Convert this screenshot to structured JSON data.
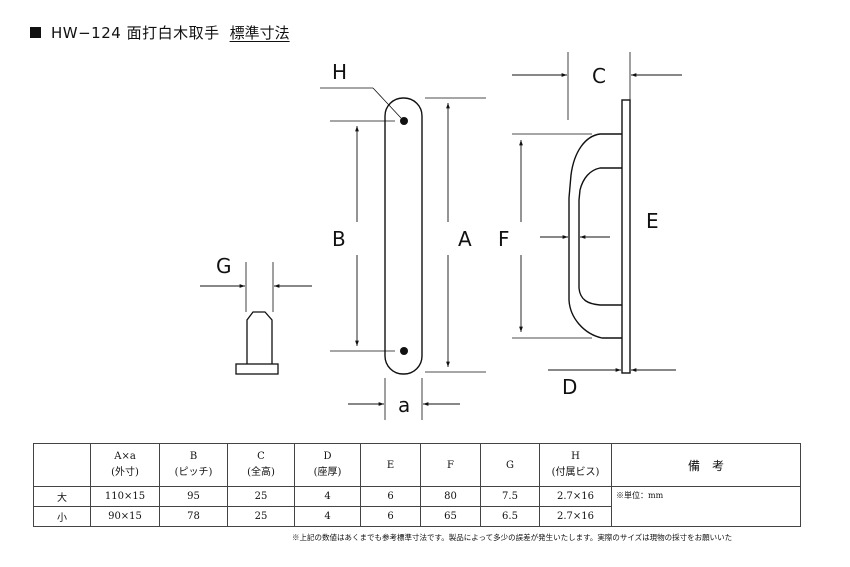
{
  "title": {
    "model": "HW−124  面打白木取手",
    "subtitle": "標準寸法"
  },
  "drawing_labels": {
    "A": "A",
    "B": "B",
    "C": "C",
    "D": "D",
    "E": "E",
    "F": "F",
    "G": "G",
    "H": "H",
    "a": "a"
  },
  "table": {
    "headers": [
      {
        "main": "A×a",
        "sub": "(外寸)"
      },
      {
        "main": "B",
        "sub": "(ピッチ)"
      },
      {
        "main": "C",
        "sub": "(全高)"
      },
      {
        "main": "D",
        "sub": "(座厚)"
      },
      {
        "main": "E",
        "sub": ""
      },
      {
        "main": "F",
        "sub": ""
      },
      {
        "main": "G",
        "sub": ""
      },
      {
        "main": "H",
        "sub": "(付属ビス)"
      }
    ],
    "remarks_header": "備　考",
    "remarks_value": "※単位：mm",
    "rows": [
      {
        "size": "大",
        "values": [
          "110×15",
          "95",
          "25",
          "4",
          "6",
          "80",
          "7.5",
          "2.7×16"
        ]
      },
      {
        "size": "小",
        "values": [
          "90×15",
          "78",
          "25",
          "4",
          "6",
          "65",
          "6.5",
          "2.7×16"
        ]
      }
    ]
  },
  "note": "※上記の数値はあくまでも参考標準寸法です。製品によって多少の誤差が発生いたします。実際のサイズは現物の採寸をお願いいた"
}
